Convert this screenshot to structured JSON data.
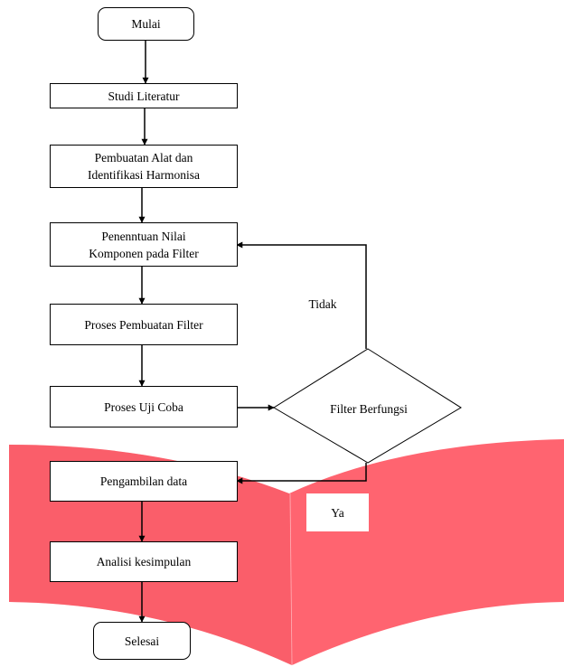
{
  "flowchart": {
    "start": "Mulai",
    "steps": [
      "Studi Literatur",
      "Pembuatan Alat dan\nIdentifikasi  Harmonisa",
      "Penenntuan Nilai\nKomponen pada Filter",
      "Proses Pembuatan Filter",
      "Proses Uji Coba",
      "Pengambilan data",
      "Analisi kesimpulan"
    ],
    "decision": "Filter Berfungsi",
    "branch_no": "Tidak",
    "branch_yes": "Ya",
    "end": "Selesai"
  },
  "colors": {
    "background_shape": "#ff6470",
    "background_shape_shade": "#f0525f",
    "stroke": "#000000",
    "box_fill": "#ffffff"
  }
}
